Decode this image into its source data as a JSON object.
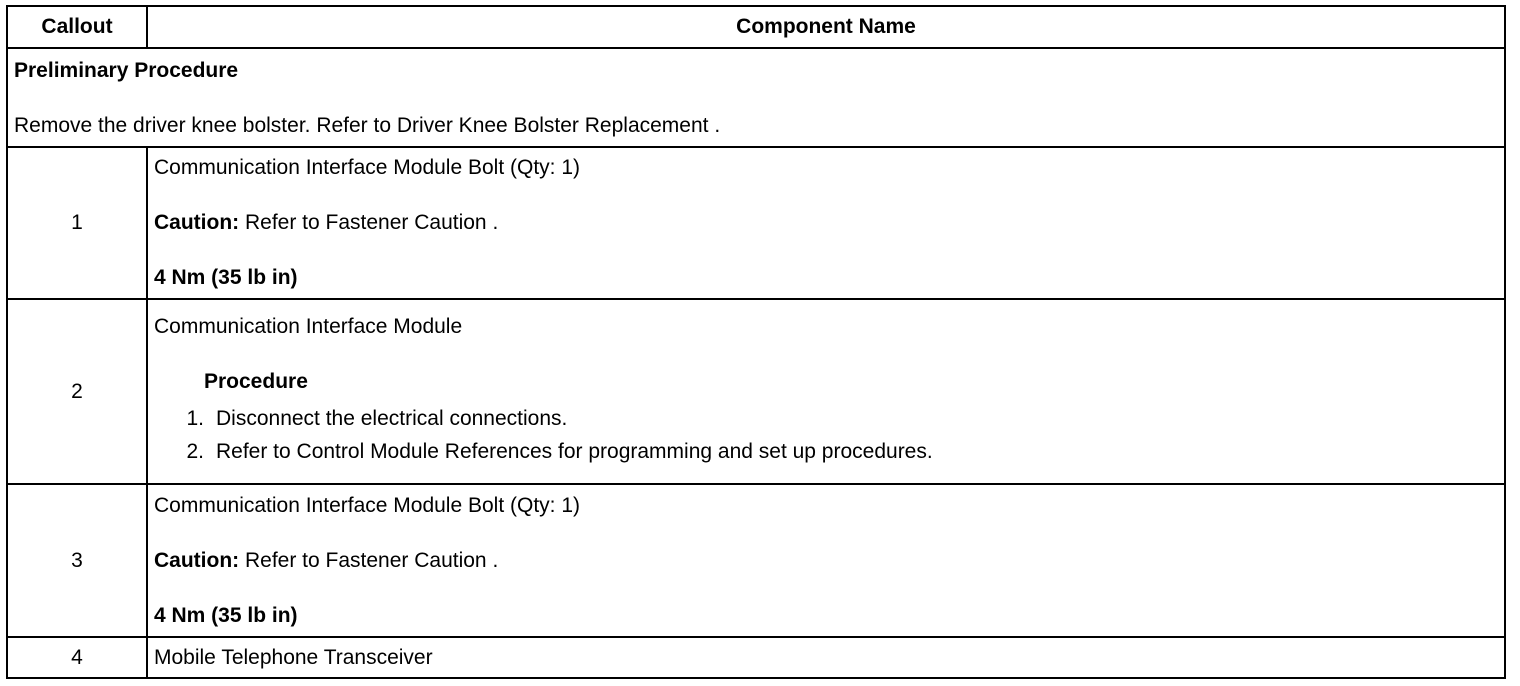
{
  "table": {
    "headers": [
      "Callout",
      "Component Name"
    ],
    "preliminary": {
      "title": "Preliminary Procedure",
      "text": "Remove the driver knee bolster. Refer to Driver Knee Bolster Replacement ."
    },
    "rows": [
      {
        "callout": "1",
        "name": "Communication Interface Module Bolt (Qty: 1)",
        "caution_label": "Caution:",
        "caution_text": " Refer to Fastener Caution .",
        "torque": "4 Nm (35 lb in)"
      },
      {
        "callout": "2",
        "name": "Communication Interface Module",
        "procedure_heading": "Procedure",
        "steps": [
          {
            "num": "1.",
            "text": "Disconnect the electrical connections."
          },
          {
            "num": "2.",
            "text": "Refer to Control Module References for programming and set up procedures."
          }
        ]
      },
      {
        "callout": "3",
        "name": "Communication Interface Module Bolt (Qty: 1)",
        "caution_label": "Caution:",
        "caution_text": " Refer to Fastener Caution .",
        "torque": "4 Nm (35 lb in)"
      },
      {
        "callout": "4",
        "name": "Mobile Telephone Transceiver"
      }
    ]
  }
}
